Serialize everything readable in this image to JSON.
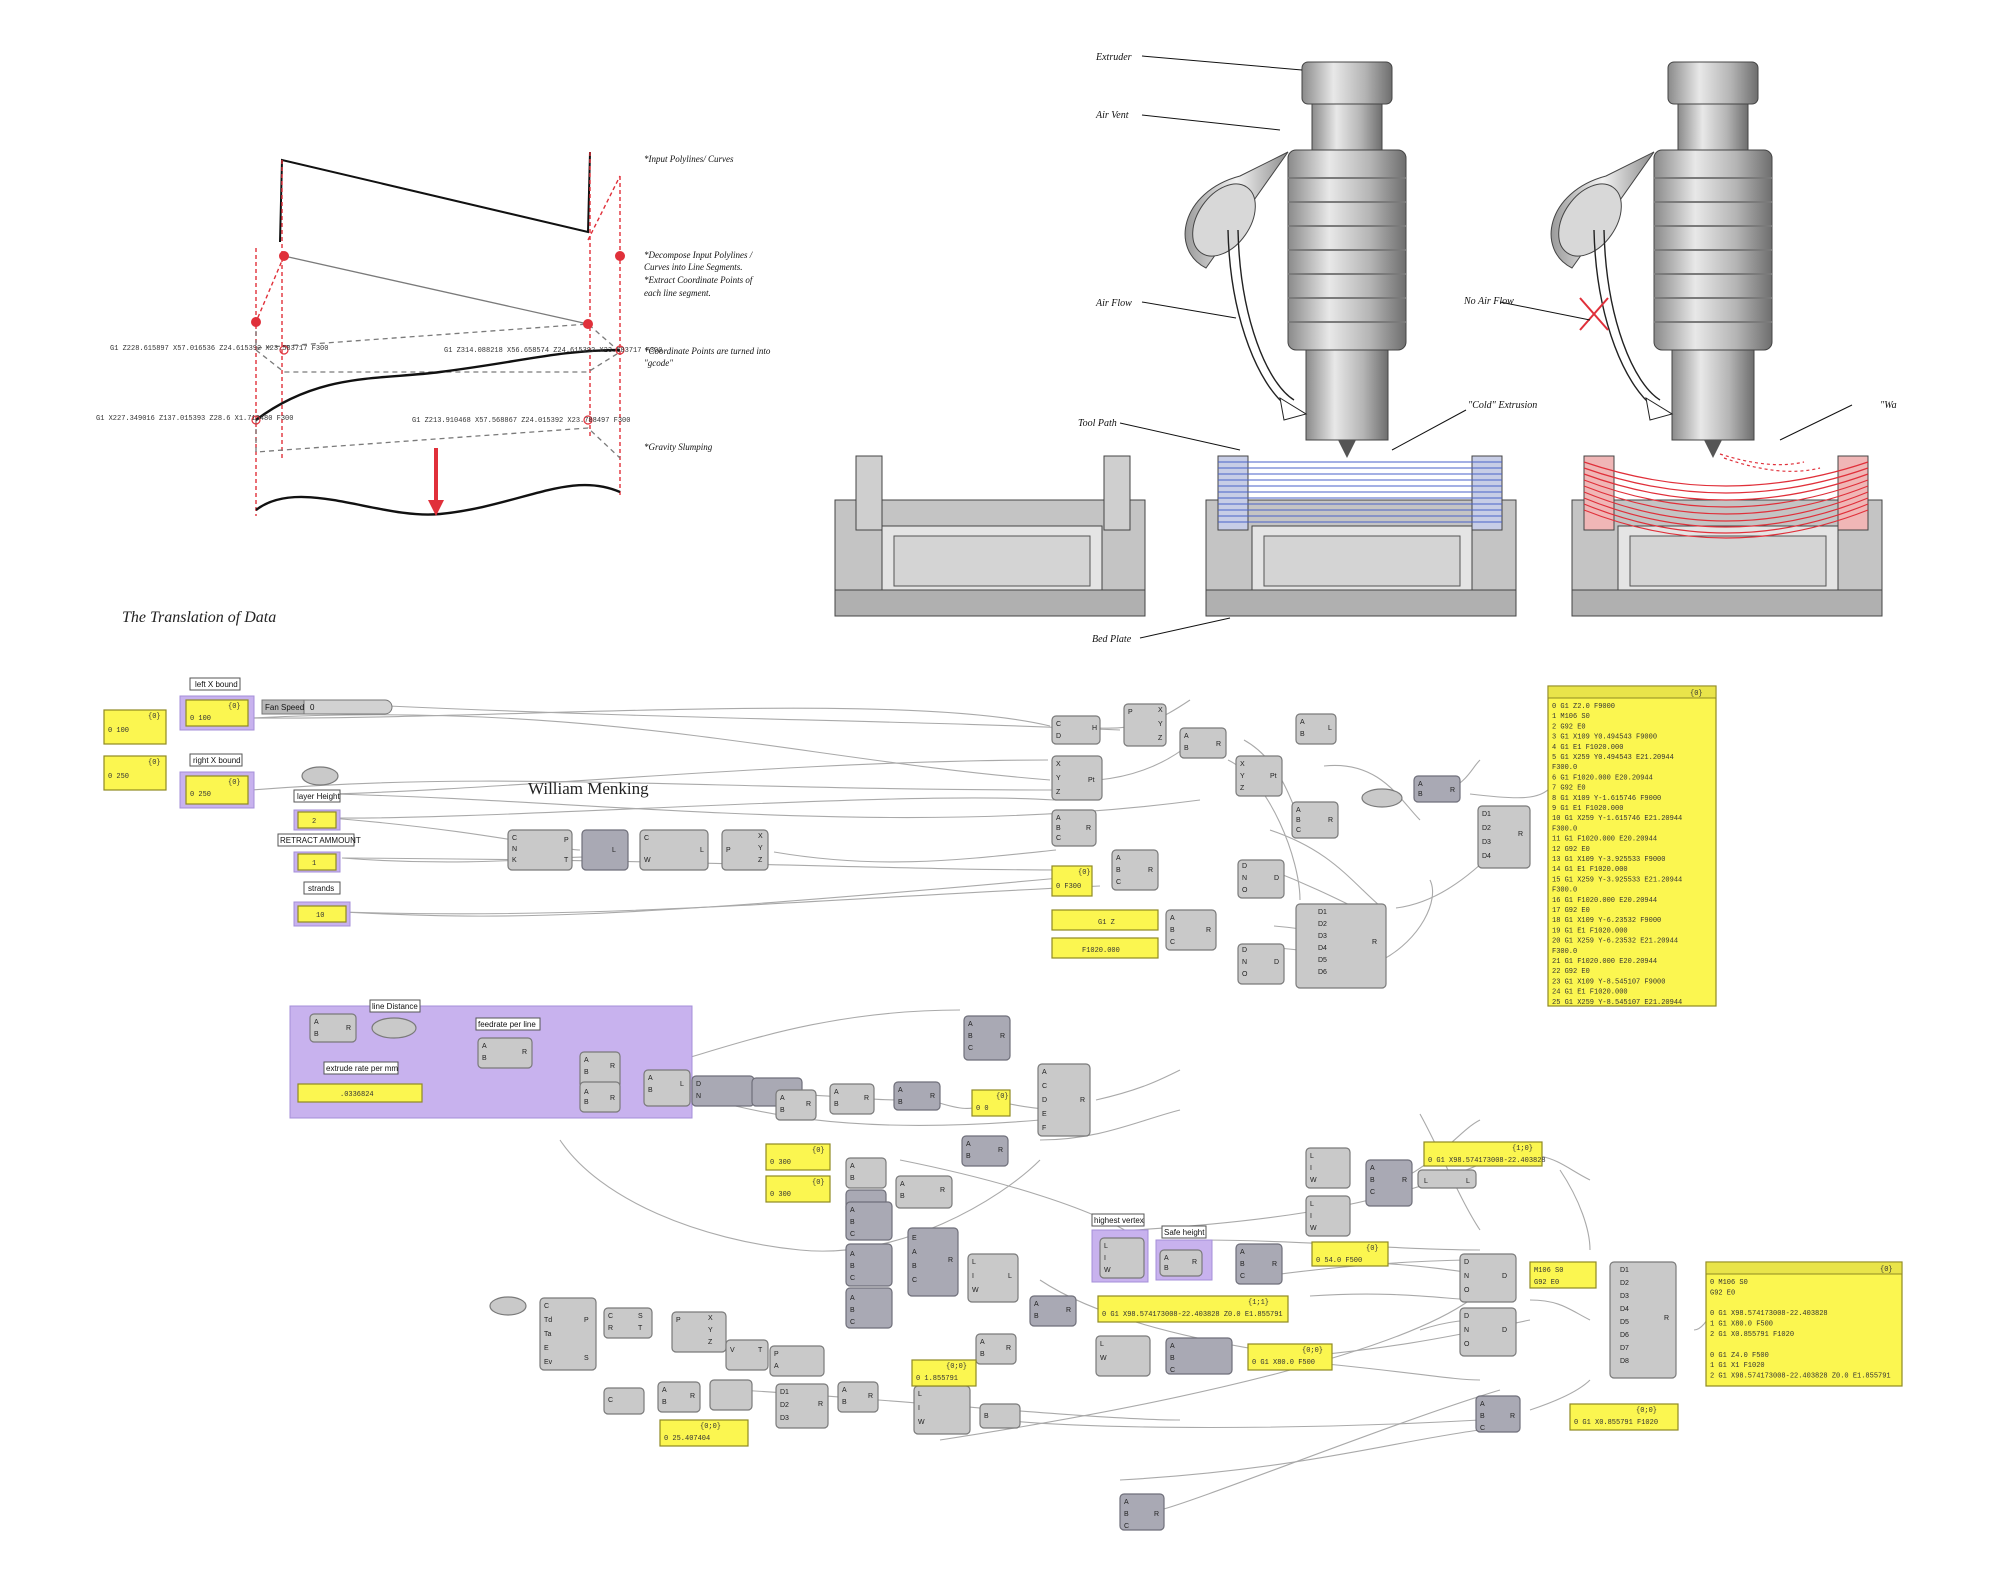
{
  "left_diagram": {
    "caption": "The Translation of Data",
    "annotations": [
      "*Input Polylines/ Curves",
      "*Decompose Input Polylines /",
      "Curves into Line Segments.",
      "*Extract Coordinate Points of",
      "each line segment.",
      "*Coordinate Points are turned into",
      "\"gcode\"",
      "*Gravity Slumping"
    ],
    "gcode_snippets": [
      "G1 Z228.615897 X57.016536 Z24.615392 X23.583717 F300",
      "G1 Z314.088218 X56.658574 Z24.615392 X23.583717 F300",
      "G1 X227.349016 Z137.015393 Z28.6 X1.713480 F300",
      "G1 Z213.910468 X57.568867 Z24.015392 X23.788497 F300"
    ]
  },
  "extruder_diagram": {
    "labels": [
      "Extruder",
      "Air Vent",
      "Air Flow",
      "Tool Path",
      "Bed Plate",
      "\"Cold\" Extrusion",
      "No Air Flow",
      "\"Wa"
    ]
  },
  "grasshopper": {
    "author": "William Menking",
    "group_labels": [
      "left X bound",
      "right X bound",
      "layer Height",
      "RETRACT AMMOUNT",
      "strands",
      "line Distance",
      "feedrate per line",
      "extrude rate per mm",
      "highest vertex",
      "Safe height"
    ],
    "slider": {
      "label": "Fan Speed",
      "value": "0"
    },
    "param_panels": [
      "{0}",
      "0 100",
      "{0}",
      "0 250",
      "{0}",
      "0 100",
      "{0}",
      "0 250",
      "2",
      "1",
      "10",
      ".0336824"
    ],
    "mid_panels": [
      "{0}",
      "0 F300",
      "G1 Z",
      "F1020.000",
      "{0}",
      "0 0",
      "{0}",
      "0 300",
      "{0}",
      "0 300",
      "{0}",
      "0 54.0 F500",
      "{1;1}",
      "0 G1 X98.574173008-22.403828 Z0.0 E1.855791",
      "{0;0}",
      "0 G1 X80.0 F500",
      "{0;0}",
      "0 1.855791",
      "{0;0}",
      "0 25.407404",
      "{0;0}",
      "0 G1 X0.855791 F1020",
      "{1;0}",
      "0 G1 X98.574173008-22.403828",
      "M106 S0",
      "G92 E0"
    ],
    "gcode_panel": {
      "header": "{0}",
      "lines": [
        "0 G1 Z2.0 F9000",
        "1 M106 S0",
        "2 G92 E0",
        "3 G1 X109 Y0.494543 F9000",
        "4 G1 E1 F1020.000",
        "5 G1 X259 Y0.494543 E21.20944",
        "  F300.0",
        "6 G1 F1020.000 E20.20944",
        "7 G92 E0",
        "8 G1 X109 Y-1.615746 F9000",
        "9 G1 E1 F1020.000",
        "10 G1 X259 Y-1.615746 E21.20944",
        "  F300.0",
        "11 G1 F1020.000 E20.20944",
        "12 G92 E0",
        "13 G1 X109 Y-3.925533 F9000",
        "14 G1 E1 F1020.000",
        "15 G1 X259 Y-3.925533 E21.20944",
        "  F300.0",
        "16 G1 F1020.000 E20.20944",
        "17 G92 E0",
        "18 G1 X109 Y-6.23532 F9000",
        "19 G1 E1 F1020.000",
        "20 G1 X259 Y-6.23532 E21.20944",
        "  F300.0",
        "21 G1 F1020.000 E20.20944",
        "22 G92 E0",
        "23 G1 X109 Y-8.545107 F9000",
        "24 G1 E1 F1020.000",
        "25 G1 X259 Y-8.545107 E21.20944"
      ]
    },
    "gcode_panel_2": {
      "header": "{0}",
      "lines": [
        "0 M106 S0",
        "  G92 E0",
        "",
        "0 G1 X98.574173008-22.403828",
        "1 G1 X80.0  F500",
        "2 G1 X0.855791 F1020",
        "",
        "0 G1 Z4.0 F500",
        "1 G1 X1 F1020",
        "2 G1 X98.574173008-22.403828 Z0.0 E1.855791"
      ]
    },
    "ports": {
      "A": "A",
      "B": "B",
      "C": "C",
      "D": "D",
      "E": "E",
      "F": "F",
      "L": "L",
      "W": "W",
      "N": "N",
      "O": "O",
      "P": "P",
      "R": "R",
      "S": "S",
      "T": "T",
      "V": "V",
      "X": "X",
      "Y": "Y",
      "Z": "Z",
      "Td": "Td",
      "Ta": "Ta",
      "Ev": "Ev",
      "Pt": "Pt",
      "H": "H",
      "I": "I",
      "K": "K",
      "D1": "D1",
      "D2": "D2",
      "D3": "D3",
      "D4": "D4",
      "D5": "D5",
      "D6": "D6",
      "D7": "D7",
      "D8": "D8"
    }
  },
  "colors": {
    "panel_yellow": "#fbf650",
    "group_purple": "#c8b2ee",
    "component_grey": "#c9c9c9",
    "toolpath_blue": "#4a62c8",
    "slump_red": "#e0303a"
  }
}
